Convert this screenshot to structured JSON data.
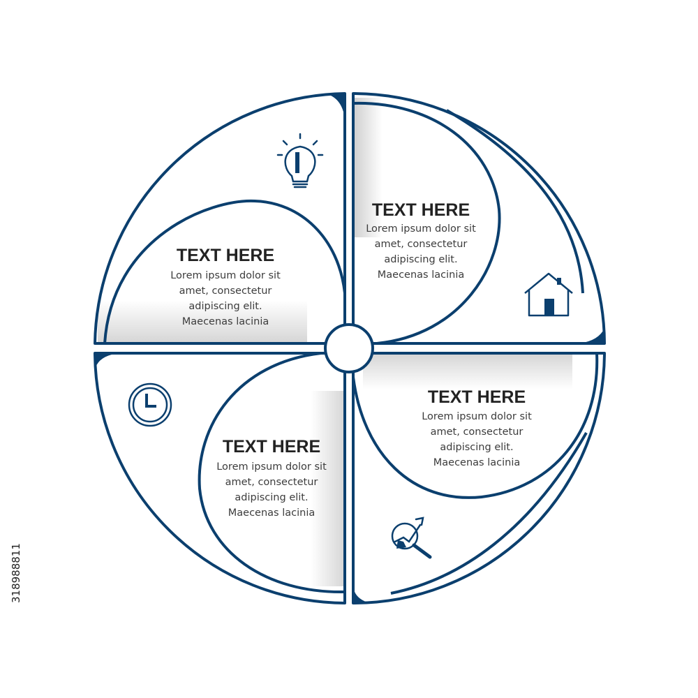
{
  "colors": {
    "stroke": "#0b3f6e",
    "title": "#222222",
    "body": "#3c3c3c"
  },
  "segments": [
    {
      "id": "top-left",
      "icon": "lightbulb-icon",
      "title": "TEXT HERE",
      "lines": [
        "Lorem ipsum dolor sit",
        "amet, consectetur",
        "adipiscing elit.",
        "Maecenas lacinia"
      ]
    },
    {
      "id": "top-right",
      "icon": "house-icon",
      "title": "TEXT HERE",
      "lines": [
        "Lorem ipsum dolor sit",
        "amet, consectetur",
        "adipiscing elit.",
        "Maecenas lacinia"
      ]
    },
    {
      "id": "bottom-right",
      "icon": "chart-magnifier-icon",
      "title": "TEXT HERE",
      "lines": [
        "Lorem ipsum dolor sit",
        "amet, consectetur",
        "adipiscing elit.",
        "Maecenas lacinia"
      ]
    },
    {
      "id": "bottom-left",
      "icon": "clock-icon",
      "title": "TEXT HERE",
      "lines": [
        "Lorem ipsum dolor sit",
        "amet, consectetur",
        "adipiscing elit.",
        "Maecenas lacinia"
      ]
    }
  ],
  "stock_id": "318988811"
}
